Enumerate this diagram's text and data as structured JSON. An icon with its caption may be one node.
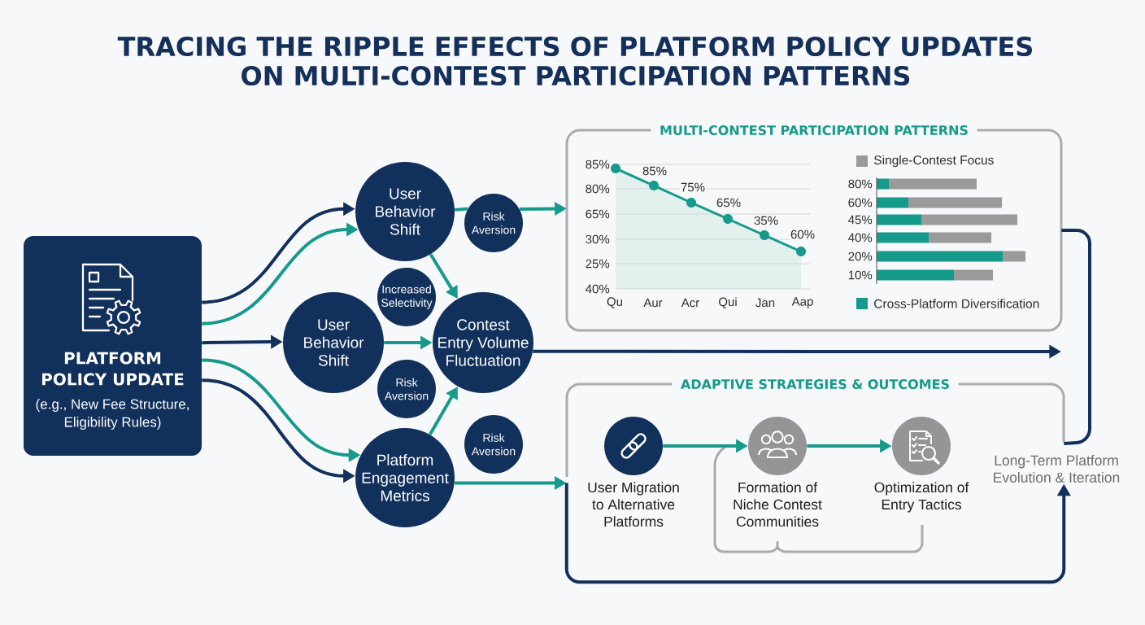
{
  "diagram": {
    "title": "TRACING THE RIPPLE EFFECTS OF PLATFORM POLICY UPDATES ON MULTI-CONTEST PARTICIPATION PATTERNS",
    "nodes": [
      {
        "text": [
          "PLATFORM POLICY UPDATE",
          "(e.g., New Fee Structure, Eligibility Rules)"
        ]
      },
      {
        "text": [
          "User Behavior Shift"
        ]
      },
      {
        "text": [
          "Risk Aversion"
        ]
      },
      {
        "text": [
          "Increased Selectivity"
        ]
      },
      {
        "text": [
          "User Behavior Shift"
        ]
      },
      {
        "text": [
          "Contest Entry Volume Fluctuation"
        ]
      },
      {
        "text": [
          "Risk Aversion"
        ]
      },
      {
        "text": [
          "Risk Aversion"
        ]
      },
      {
        "text": [
          "Platform Engagement Metrics"
        ]
      },
      {
        "text": [
          "MULTI-CONTEST PARTICIPATION PATTERNS"
        ]
      },
      {
        "text": [
          "ADAPTIVE STRATEGIES & OUTCOMES"
        ]
      },
      {
        "text": [
          "User Migration to Alternative Platforms"
        ],
        "in": 10
      },
      {
        "text": [
          "Formation of Niche Contest Communities"
        ],
        "in": 10
      },
      {
        "text": [
          "Optimization of Entry Tactics"
        ],
        "in": 10
      },
      {
        "text": [
          "Long-Term Platform Evolution & Iteration"
        ]
      }
    ],
    "edges": [
      {
        "from": 0,
        "to": 1,
        "arrow": "to",
        "color": "#12305c"
      },
      {
        "from": 0,
        "to": 1,
        "arrow": "to"
      },
      {
        "from": 0,
        "to": 4,
        "arrow": "to",
        "color": "#12305c"
      },
      {
        "from": 0,
        "to": 8,
        "arrow": "to"
      },
      {
        "from": 0,
        "to": 8,
        "arrow": "to",
        "color": "#12305c"
      },
      {
        "from": 1,
        "to": 2,
        "arrow": "none"
      },
      {
        "from": 2,
        "to": 9,
        "arrow": "to"
      },
      {
        "from": 1,
        "to": 5,
        "arrow": "to"
      },
      {
        "from": 4,
        "to": 5,
        "arrow": "to"
      },
      {
        "from": 8,
        "to": 5,
        "arrow": "to"
      },
      {
        "from": 8,
        "to": 10,
        "arrow": "to"
      },
      {
        "from": 5,
        "to": null,
        "arrow": "to",
        "color": "#12305c"
      },
      {
        "from": 9,
        "to": 10,
        "arrow": "none",
        "color": "#12305c"
      },
      {
        "from": 10,
        "to": 14,
        "arrow": "to",
        "color": "#12305c"
      },
      {
        "from": 11,
        "to": 12,
        "arrow": "to"
      },
      {
        "from": 12,
        "to": 13,
        "arrow": "to"
      }
    ],
    "labels": [
      "85%",
      "80%",
      "65%",
      "30%",
      "25%",
      "40%",
      "85%",
      "75%",
      "65%",
      "35%",
      "60%",
      "Qu",
      "Aur",
      "Acr",
      "Qui",
      "Jan",
      "Aap",
      "80%",
      "60%",
      "45%",
      "40%",
      "20%",
      "10%"
    ],
    "legend": [
      {
        "text": "Single-Contest Focus",
        "color": "#9a9a9a"
      },
      {
        "text": "Cross-Platform Diversification",
        "color": "#169a8b"
      }
    ]
  }
}
